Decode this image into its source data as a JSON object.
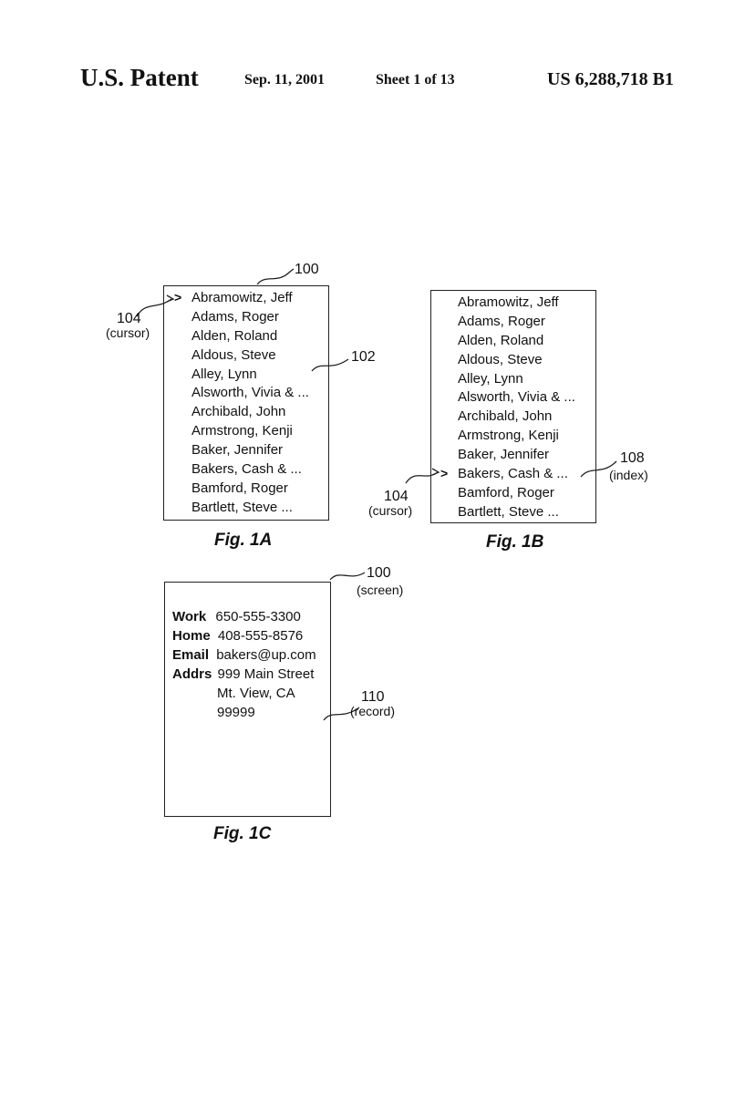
{
  "header": {
    "title": "U.S. Patent",
    "date": "Sep. 11, 2001",
    "sheet": "Sheet 1 of 13",
    "patent_number": "US 6,288,718 B1"
  },
  "fig1a": {
    "caption": "Fig. 1A",
    "ref_screen": "100",
    "ref_list": "102",
    "cursor_ref": "104",
    "cursor_label": "(cursor)",
    "cursor_mark": ">",
    "names": [
      "Abramowitz, Jeff",
      "Adams, Roger",
      "Alden, Roland",
      "Aldous, Steve",
      "Alley, Lynn",
      "Alsworth, Vivia & ...",
      "Archibald, John",
      "Armstrong, Kenji",
      "Baker, Jennifer",
      "Bakers, Cash & ...",
      "Bamford, Roger",
      "Bartlett, Steve ..."
    ]
  },
  "fig1b": {
    "caption": "Fig. 1B",
    "cursor_ref": "104",
    "cursor_label": "(cursor)",
    "cursor_mark": ">",
    "index_ref": "108",
    "index_label": "(index)",
    "names": [
      "Abramowitz, Jeff",
      "Adams, Roger",
      "Alden, Roland",
      "Aldous, Steve",
      "Alley, Lynn",
      "Alsworth, Vivia & ...",
      "Archibald, John",
      "Armstrong, Kenji",
      "Baker, Jennifer",
      "Bakers, Cash & ...",
      "Bamford, Roger",
      "Bartlett, Steve ..."
    ]
  },
  "fig1c": {
    "caption": "Fig. 1C",
    "screen_ref": "100",
    "screen_label": "(screen)",
    "record_ref": "110",
    "record_label": "(record)",
    "record": {
      "work_label": "Work",
      "work_value": "650-555-3300",
      "home_label": "Home",
      "home_value": "408-555-8576",
      "email_label": "Email",
      "email_value": "bakers@up.com",
      "addrs_label": "Addrs",
      "addr_line1": "999 Main Street",
      "addr_line2": "Mt. View, CA",
      "addr_line3": "99999"
    }
  }
}
